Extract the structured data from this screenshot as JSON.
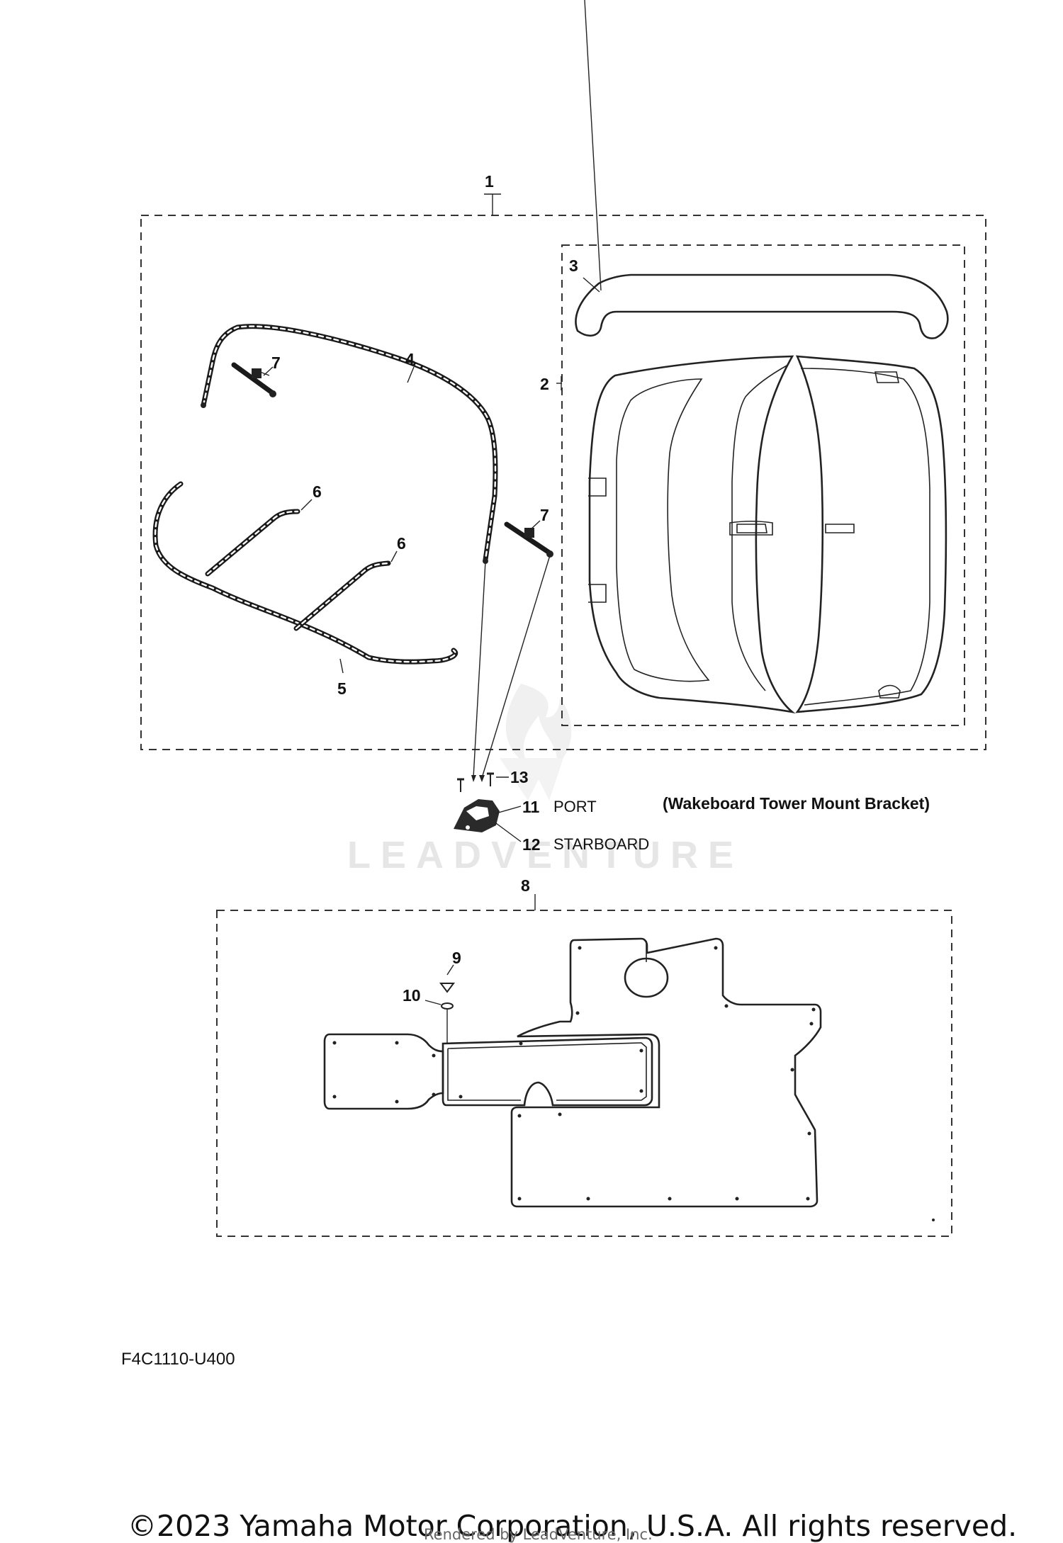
{
  "callouts": {
    "c1": "1",
    "c2": "2",
    "c3": "3",
    "c4": "4",
    "c5": "5",
    "c6a": "6",
    "c6b": "6",
    "c7a": "7",
    "c7b": "7",
    "c8": "8",
    "c9": "9",
    "c10": "10",
    "c11": "11",
    "c12": "12",
    "c13": "13"
  },
  "labels": {
    "port": "PORT",
    "starboard": "STARBOARD",
    "bracket_title": "(Wakeboard Tower Mount Bracket)"
  },
  "watermark": {
    "text": "LEADVENTURE"
  },
  "footer": {
    "diagram_code": "F4C1110-U400",
    "copyright": "©2023 Yamaha Motor Corporation, U.S.A. All rights reserved.",
    "rendered_by": "Rendered by LeadVenture, Inc."
  },
  "icons": [
    "leadventure-flame-logo-icon"
  ]
}
